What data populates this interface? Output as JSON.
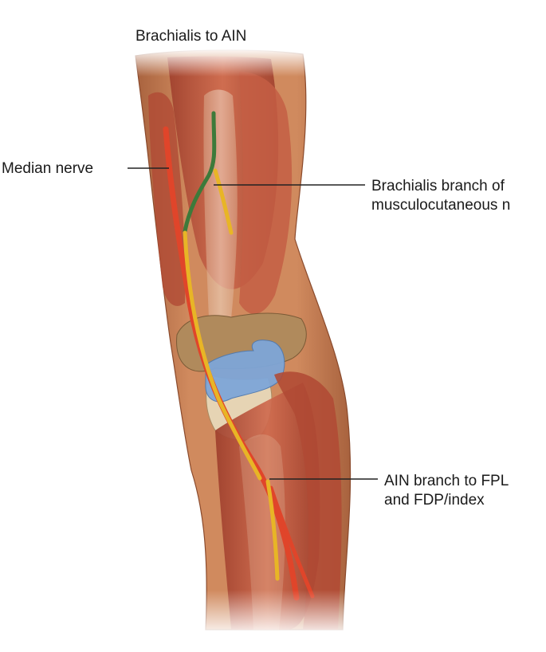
{
  "title": "Brachialis to AIN",
  "labels": {
    "median_nerve": "Median nerve",
    "brachialis_branch": [
      "Brachialis branch of",
      "musculocutaneous n"
    ],
    "ain_branch": [
      "AIN branch to FPL",
      "and FDP/index"
    ]
  },
  "colors": {
    "skin": "#c87a50",
    "muscle": "#b9523c",
    "tendon": "#e8cdb4",
    "bone": "#b08a5c",
    "cartilage": "#7ea6d8",
    "median_nerve": "#e0452a",
    "musculocutaneous_nerve": "#3d7a3a",
    "ain": "#e8b526"
  }
}
